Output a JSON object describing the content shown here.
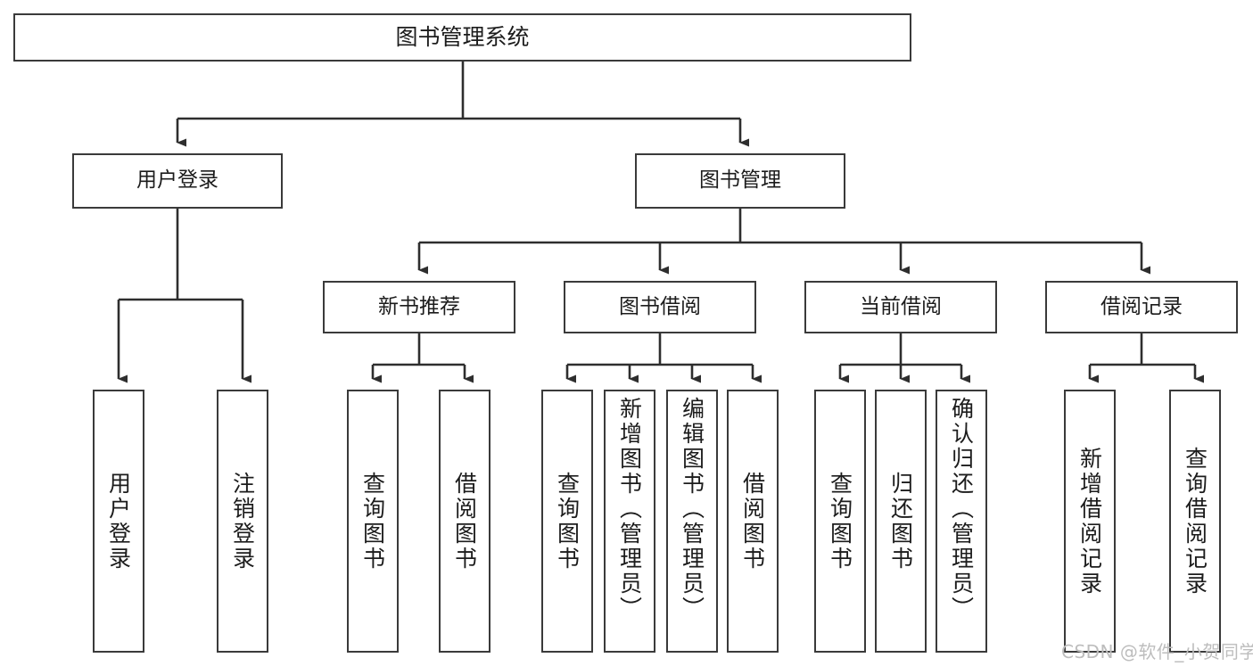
{
  "diagram": {
    "title": "图书管理系统",
    "type": "hierarchy-tree",
    "root": {
      "label": "图书管理系统"
    },
    "level2": [
      {
        "label": "用户登录"
      },
      {
        "label": "图书管理"
      }
    ],
    "level3": [
      {
        "label": "新书推荐"
      },
      {
        "label": "图书借阅"
      },
      {
        "label": "当前借阅"
      },
      {
        "label": "借阅记录"
      }
    ],
    "leaves": {
      "user_login": [
        {
          "label": "用户登录"
        },
        {
          "label": "注销登录"
        }
      ],
      "new_book_recommend": [
        {
          "label": "查询图书"
        },
        {
          "label": "借阅图书"
        }
      ],
      "book_borrow": [
        {
          "label": "查询图书"
        },
        {
          "label": "新增图书（管理员）"
        },
        {
          "label": "编辑图书（管理员）"
        },
        {
          "label": "借阅图书"
        }
      ],
      "current_borrow": [
        {
          "label": "查询图书"
        },
        {
          "label": "归还图书"
        },
        {
          "label": "确认归还（管理员）"
        }
      ],
      "borrow_record": [
        {
          "label": "新增借阅记录"
        },
        {
          "label": "查询借阅记录"
        }
      ]
    }
  },
  "watermark": {
    "text": "CSDN @软件_小贺同学"
  },
  "colors": {
    "stroke": "#3a3a3a",
    "background": "#ffffff",
    "text": "#1c1c1c",
    "watermark": "#bdbdbd"
  }
}
